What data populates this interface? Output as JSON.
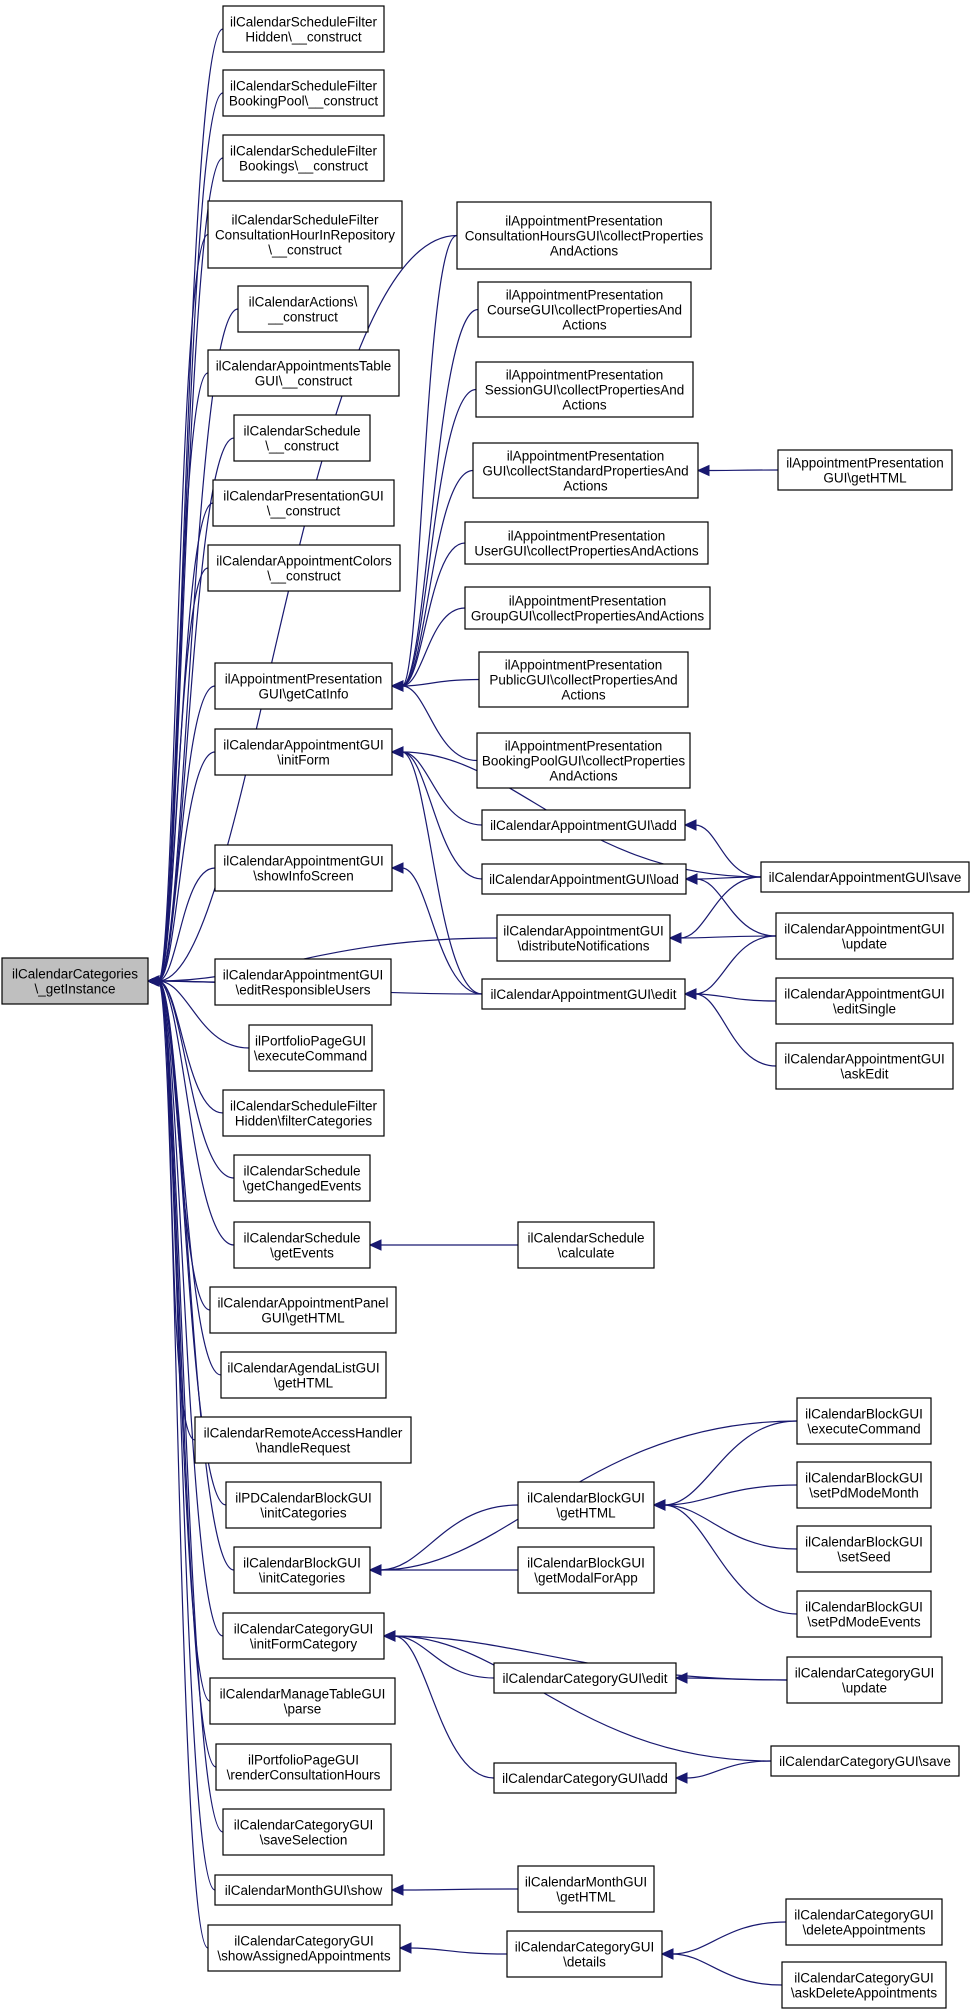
{
  "nodes": [
    {
      "id": "root",
      "lines": [
        "ilCalendarCategories",
        "\\_getInstance"
      ],
      "root": true
    },
    {
      "id": "n1",
      "lines": [
        "ilCalendarScheduleFilter",
        "Hidden\\__construct"
      ]
    },
    {
      "id": "n2",
      "lines": [
        "ilCalendarScheduleFilter",
        "BookingPool\\__construct"
      ]
    },
    {
      "id": "n3",
      "lines": [
        "ilCalendarScheduleFilter",
        "Bookings\\__construct"
      ]
    },
    {
      "id": "n4",
      "lines": [
        "ilCalendarScheduleFilter",
        "ConsultationHourInRepository",
        "\\__construct"
      ]
    },
    {
      "id": "n5",
      "lines": [
        "ilCalendarActions\\",
        "__construct"
      ]
    },
    {
      "id": "n6",
      "lines": [
        "ilCalendarAppointmentsTable",
        "GUI\\__construct"
      ]
    },
    {
      "id": "n7",
      "lines": [
        "ilCalendarSchedule",
        "\\__construct"
      ]
    },
    {
      "id": "n8",
      "lines": [
        "ilCalendarPresentationGUI",
        "\\__construct"
      ]
    },
    {
      "id": "n9",
      "lines": [
        "ilCalendarAppointmentColors",
        "\\__construct"
      ]
    },
    {
      "id": "n10",
      "lines": [
        "ilAppointmentPresentation",
        "GUI\\getCatInfo"
      ]
    },
    {
      "id": "n11",
      "lines": [
        "ilCalendarAppointmentGUI",
        "\\initForm"
      ]
    },
    {
      "id": "n12",
      "lines": [
        "ilCalendarAppointmentGUI",
        "\\showInfoScreen"
      ]
    },
    {
      "id": "n13",
      "lines": [
        "ilCalendarAppointmentGUI",
        "\\editResponsibleUsers"
      ]
    },
    {
      "id": "n14",
      "lines": [
        "ilPortfolioPageGUI",
        "\\executeCommand"
      ]
    },
    {
      "id": "n15",
      "lines": [
        "ilCalendarScheduleFilter",
        "Hidden\\filterCategories"
      ]
    },
    {
      "id": "n16",
      "lines": [
        "ilCalendarSchedule",
        "\\getChangedEvents"
      ]
    },
    {
      "id": "n17",
      "lines": [
        "ilCalendarSchedule",
        "\\getEvents"
      ]
    },
    {
      "id": "n18",
      "lines": [
        "ilCalendarAppointmentPanel",
        "GUI\\getHTML"
      ]
    },
    {
      "id": "n19",
      "lines": [
        "ilCalendarAgendaListGUI",
        "\\getHTML"
      ]
    },
    {
      "id": "n20",
      "lines": [
        "ilCalendarRemoteAccessHandler",
        "\\handleRequest"
      ]
    },
    {
      "id": "n21",
      "lines": [
        "ilPDCalendarBlockGUI",
        "\\initCategories"
      ]
    },
    {
      "id": "n22",
      "lines": [
        "ilCalendarBlockGUI",
        "\\initCategories"
      ]
    },
    {
      "id": "n23",
      "lines": [
        "ilCalendarCategoryGUI",
        "\\initFormCategory"
      ]
    },
    {
      "id": "n24",
      "lines": [
        "ilCalendarManageTableGUI",
        "\\parse"
      ]
    },
    {
      "id": "n25",
      "lines": [
        "ilPortfolioPageGUI",
        "\\renderConsultationHours"
      ]
    },
    {
      "id": "n26",
      "lines": [
        "ilCalendarCategoryGUI",
        "\\saveSelection"
      ]
    },
    {
      "id": "n27",
      "lines": [
        "ilCalendarMonthGUI\\show"
      ]
    },
    {
      "id": "n28",
      "lines": [
        "ilCalendarCategoryGUI",
        "\\showAssignedAppointments"
      ]
    },
    {
      "id": "m1",
      "lines": [
        "ilAppointmentPresentation",
        "ConsultationHoursGUI\\collectProperties",
        "AndActions"
      ]
    },
    {
      "id": "m2",
      "lines": [
        "ilAppointmentPresentation",
        "CourseGUI\\collectPropertiesAnd",
        "Actions"
      ]
    },
    {
      "id": "m3",
      "lines": [
        "ilAppointmentPresentation",
        "SessionGUI\\collectPropertiesAnd",
        "Actions"
      ]
    },
    {
      "id": "m4",
      "lines": [
        "ilAppointmentPresentation",
        "GUI\\collectStandardPropertiesAnd",
        "Actions"
      ]
    },
    {
      "id": "m5",
      "lines": [
        "ilAppointmentPresentation",
        "UserGUI\\collectPropertiesAndActions"
      ]
    },
    {
      "id": "m6",
      "lines": [
        "ilAppointmentPresentation",
        "GroupGUI\\collectPropertiesAndActions"
      ]
    },
    {
      "id": "m7",
      "lines": [
        "ilAppointmentPresentation",
        "PublicGUI\\collectPropertiesAnd",
        "Actions"
      ]
    },
    {
      "id": "m8",
      "lines": [
        "ilAppointmentPresentation",
        "BookingPoolGUI\\collectProperties",
        "AndActions"
      ]
    },
    {
      "id": "m9",
      "lines": [
        "ilCalendarAppointmentGUI\\add"
      ]
    },
    {
      "id": "m10",
      "lines": [
        "ilCalendarAppointmentGUI\\load"
      ]
    },
    {
      "id": "m11",
      "lines": [
        "ilCalendarAppointmentGUI",
        "\\distributeNotifications"
      ]
    },
    {
      "id": "m12",
      "lines": [
        "ilCalendarAppointmentGUI\\edit"
      ]
    },
    {
      "id": "m13",
      "lines": [
        "ilCalendarSchedule",
        "\\calculate"
      ]
    },
    {
      "id": "m14",
      "lines": [
        "ilCalendarBlockGUI",
        "\\getHTML"
      ]
    },
    {
      "id": "m15",
      "lines": [
        "ilCalendarBlockGUI",
        "\\getModalForApp"
      ]
    },
    {
      "id": "m16",
      "lines": [
        "ilCalendarCategoryGUI\\edit"
      ]
    },
    {
      "id": "m17",
      "lines": [
        "ilCalendarCategoryGUI\\add"
      ]
    },
    {
      "id": "m18",
      "lines": [
        "ilCalendarMonthGUI",
        "\\getHTML"
      ]
    },
    {
      "id": "m19",
      "lines": [
        "ilCalendarCategoryGUI",
        "\\details"
      ]
    },
    {
      "id": "r1",
      "lines": [
        "ilAppointmentPresentation",
        "GUI\\getHTML"
      ]
    },
    {
      "id": "r2",
      "lines": [
        "ilCalendarAppointmentGUI\\save"
      ]
    },
    {
      "id": "r3",
      "lines": [
        "ilCalendarAppointmentGUI",
        "\\update"
      ]
    },
    {
      "id": "r4",
      "lines": [
        "ilCalendarAppointmentGUI",
        "\\editSingle"
      ]
    },
    {
      "id": "r5",
      "lines": [
        "ilCalendarAppointmentGUI",
        "\\askEdit"
      ]
    },
    {
      "id": "r6",
      "lines": [
        "ilCalendarBlockGUI",
        "\\executeCommand"
      ]
    },
    {
      "id": "r7",
      "lines": [
        "ilCalendarBlockGUI",
        "\\setPdModeMonth"
      ]
    },
    {
      "id": "r8",
      "lines": [
        "ilCalendarBlockGUI",
        "\\setSeed"
      ]
    },
    {
      "id": "r9",
      "lines": [
        "ilCalendarBlockGUI",
        "\\setPdModeEvents"
      ]
    },
    {
      "id": "r10",
      "lines": [
        "ilCalendarCategoryGUI",
        "\\update"
      ]
    },
    {
      "id": "r11",
      "lines": [
        "ilCalendarCategoryGUI\\save"
      ]
    },
    {
      "id": "r12",
      "lines": [
        "ilCalendarCategoryGUI",
        "\\deleteAppointments"
      ]
    },
    {
      "id": "r13",
      "lines": [
        "ilCalendarCategoryGUI",
        "\\askDeleteAppointments"
      ]
    }
  ],
  "edges": [
    [
      "n1",
      "root"
    ],
    [
      "n2",
      "root"
    ],
    [
      "n3",
      "root"
    ],
    [
      "n4",
      "root"
    ],
    [
      "n5",
      "root"
    ],
    [
      "n6",
      "root"
    ],
    [
      "n7",
      "root"
    ],
    [
      "n8",
      "root"
    ],
    [
      "n9",
      "root"
    ],
    [
      "n10",
      "root"
    ],
    [
      "n11",
      "root"
    ],
    [
      "n12",
      "root"
    ],
    [
      "n13",
      "root"
    ],
    [
      "n14",
      "root"
    ],
    [
      "n15",
      "root"
    ],
    [
      "n16",
      "root"
    ],
    [
      "n17",
      "root"
    ],
    [
      "n18",
      "root"
    ],
    [
      "n19",
      "root"
    ],
    [
      "n20",
      "root"
    ],
    [
      "n21",
      "root"
    ],
    [
      "n22",
      "root"
    ],
    [
      "n23",
      "root"
    ],
    [
      "n24",
      "root"
    ],
    [
      "n25",
      "root"
    ],
    [
      "n26",
      "root"
    ],
    [
      "n27",
      "root"
    ],
    [
      "n28",
      "root"
    ],
    [
      "m1",
      "root"
    ],
    [
      "m11",
      "root"
    ],
    [
      "m12",
      "root"
    ],
    [
      "m1",
      "n10"
    ],
    [
      "m2",
      "n10"
    ],
    [
      "m3",
      "n10"
    ],
    [
      "m4",
      "n10"
    ],
    [
      "m5",
      "n10"
    ],
    [
      "m6",
      "n10"
    ],
    [
      "m7",
      "n10"
    ],
    [
      "m8",
      "n10"
    ],
    [
      "r1",
      "m4"
    ],
    [
      "m9",
      "n11"
    ],
    [
      "m10",
      "n11"
    ],
    [
      "m12",
      "n11"
    ],
    [
      "r2",
      "n11"
    ],
    [
      "m12",
      "n12"
    ],
    [
      "r2",
      "m9"
    ],
    [
      "r2",
      "m10"
    ],
    [
      "r3",
      "m10"
    ],
    [
      "r2",
      "m11"
    ],
    [
      "r3",
      "m11"
    ],
    [
      "r3",
      "m12"
    ],
    [
      "r4",
      "m12"
    ],
    [
      "r5",
      "m12"
    ],
    [
      "m13",
      "n17"
    ],
    [
      "m14",
      "n22"
    ],
    [
      "m15",
      "n22"
    ],
    [
      "r6",
      "n22"
    ],
    [
      "r6",
      "m14"
    ],
    [
      "r7",
      "m14"
    ],
    [
      "r8",
      "m14"
    ],
    [
      "r9",
      "m14"
    ],
    [
      "m16",
      "n23"
    ],
    [
      "m17",
      "n23"
    ],
    [
      "r10",
      "n23"
    ],
    [
      "r11",
      "n23"
    ],
    [
      "r10",
      "m16"
    ],
    [
      "r11",
      "m17"
    ],
    [
      "m18",
      "n27"
    ],
    [
      "m19",
      "n28"
    ],
    [
      "r12",
      "m19"
    ],
    [
      "r13",
      "m19"
    ]
  ]
}
